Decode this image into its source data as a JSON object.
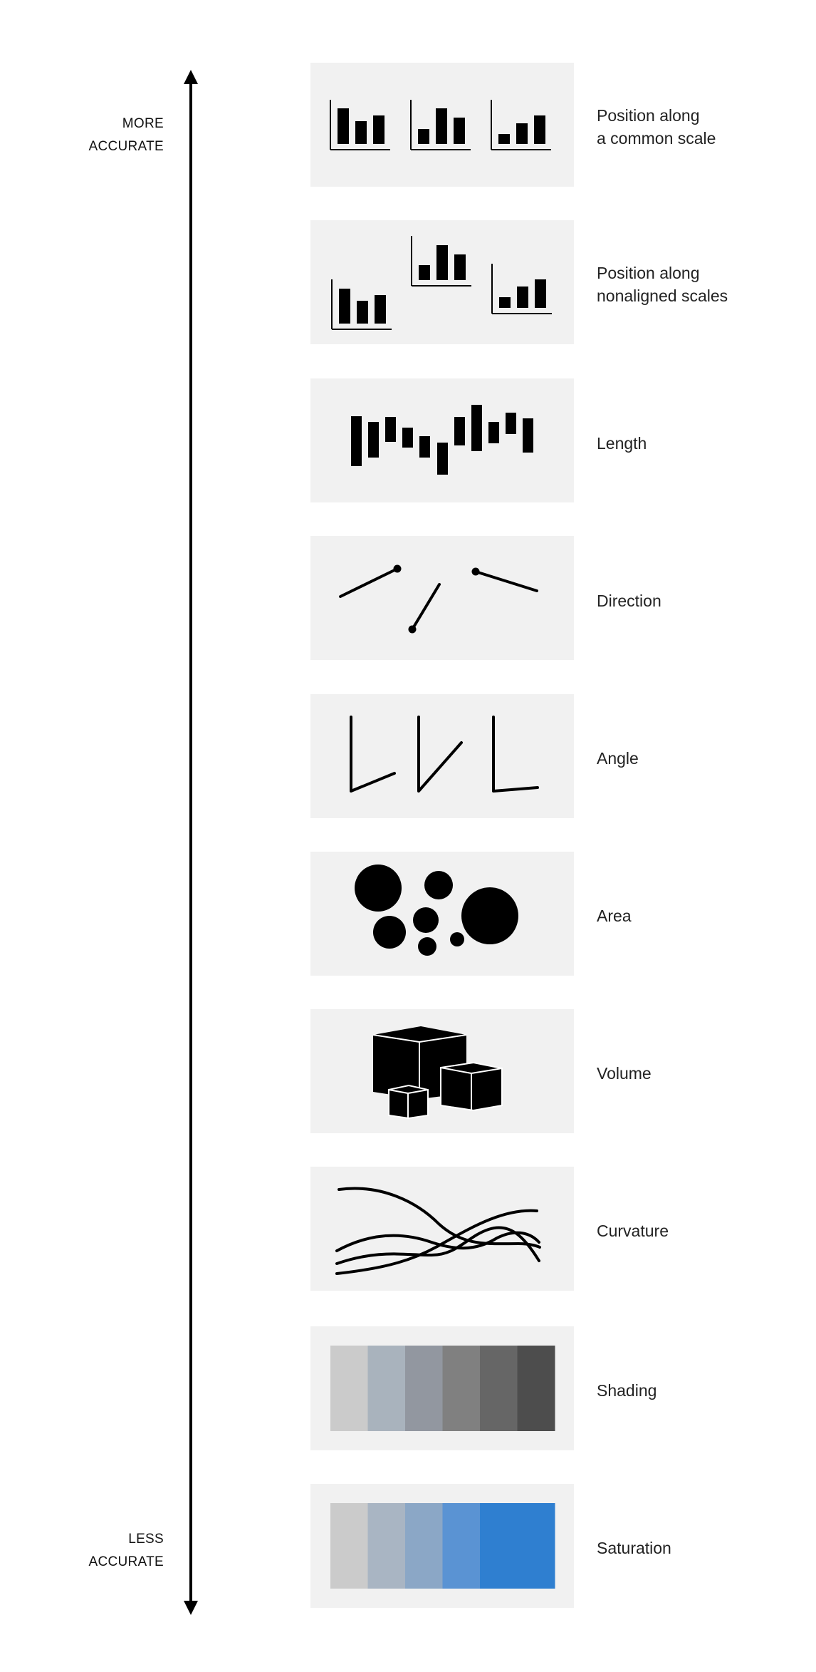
{
  "scale": {
    "top_label": "MORE\nACCURATE",
    "bottom_label": "LESS\nACCURATE"
  },
  "channels": [
    {
      "id": "position-common",
      "label": "Position along\na common scale"
    },
    {
      "id": "position-nonaligned",
      "label": "Position along\nnonaligned scales"
    },
    {
      "id": "length",
      "label": "Length"
    },
    {
      "id": "direction",
      "label": "Direction"
    },
    {
      "id": "angle",
      "label": "Angle"
    },
    {
      "id": "area",
      "label": "Area"
    },
    {
      "id": "volume",
      "label": "Volume"
    },
    {
      "id": "curvature",
      "label": "Curvature"
    },
    {
      "id": "shading",
      "label": "Shading"
    },
    {
      "id": "saturation",
      "label": "Saturation"
    }
  ],
  "colors": {
    "panel_background": "#f1f1f1",
    "mark": "#000000",
    "shading_swatches": [
      "#cbcbcb",
      "#a9b3bd",
      "#9297a0",
      "#808080",
      "#666666",
      "#4d4d4d"
    ],
    "saturation_swatches": [
      "#cbcbcb",
      "#a9b5c3",
      "#8ba7c6",
      "#5a93d3",
      "#2f7fd0"
    ]
  }
}
